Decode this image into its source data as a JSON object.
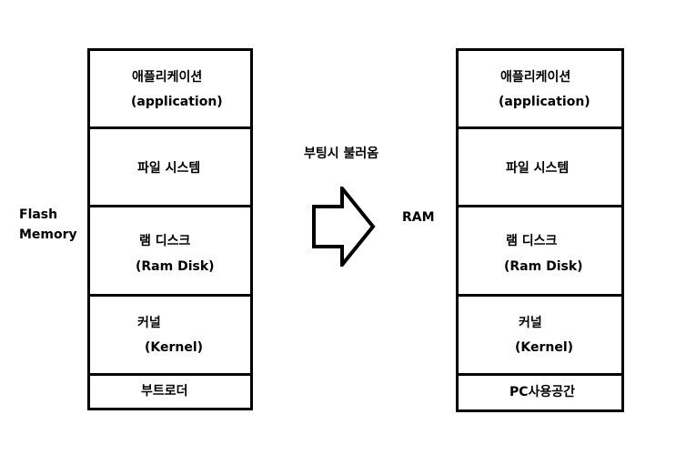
{
  "left_memory": {
    "label_line1": "Flash",
    "label_line2": "Memory",
    "segments": [
      {
        "line1": "애플리케이션",
        "line2": "(application)"
      },
      {
        "line1": "파일 시스템"
      },
      {
        "line1": "램 디스크",
        "line2": "(Ram Disk)"
      },
      {
        "line1": "커널",
        "line2": "(Kernel)"
      },
      {
        "line1": "부트로더"
      }
    ]
  },
  "transfer": {
    "label": "부팅시 불러옴",
    "icon": "right-arrow-outline-icon"
  },
  "right_memory": {
    "label": "RAM",
    "segments": [
      {
        "line1": "애플리케이션",
        "line2": "(application)"
      },
      {
        "line1": "파일 시스템"
      },
      {
        "line1": "램 디스크",
        "line2": "(Ram Disk)"
      },
      {
        "line1": "커널",
        "line2": "(Kernel)"
      },
      {
        "line1": "PC사용공간"
      }
    ]
  }
}
